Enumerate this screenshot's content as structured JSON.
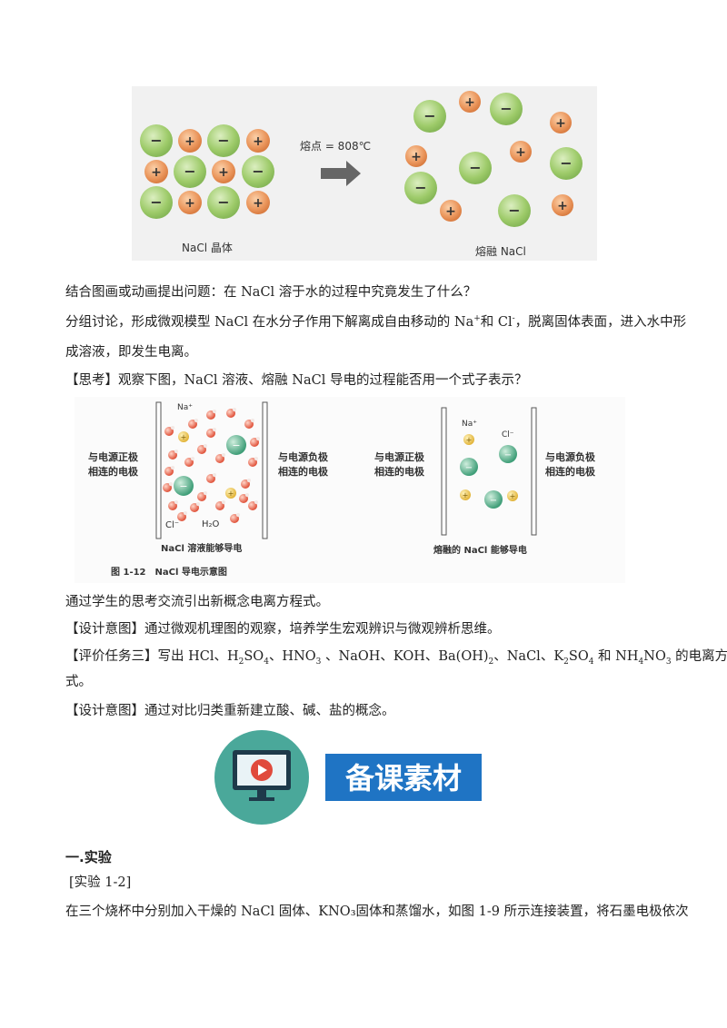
{
  "figure1": {
    "arrow_label": "熔点 = 808℃",
    "left_caption": "NaCl 晶体",
    "right_caption": "熔融 NaCl",
    "plus": "+",
    "minus": "−"
  },
  "p1": "结合图画或动画提出问题：在 NaCl 溶于水的过程中究竟发生了什么？",
  "p2a": "分组讨论，形成微观模型 NaCl 在水分子作用下解离成自由移动的 Na",
  "p2a_sup": "+",
  "p2b": "和 Cl",
  "p2b_sup": "-",
  "p2c": "，脱离固体表面，进入水中形",
  "p2d": "成溶液，即发生电离。",
  "p3_tag": "【思考】",
  "p3": "观察下图，NaCl 溶液、熔融 NaCl 导电的过程能否用一个式子表示？",
  "figure2": {
    "left_pos_electrode_1": "与电源正极",
    "left_pos_electrode_2": "相连的电极",
    "left_neg_electrode_1": "与电源负极",
    "left_neg_electrode_2": "相连的电极",
    "right_pos_electrode_1": "与电源正极",
    "right_pos_electrode_2": "相连的电极",
    "right_neg_electrode_1": "与电源负极",
    "right_neg_electrode_2": "相连的电极",
    "na_label": "Na⁺",
    "cl_label": "Cl⁻",
    "h2o_label": "H₂O",
    "na_label_right": "Na⁺",
    "cl_label_right": "Cl⁻",
    "left_caption": "NaCl 溶液能够导电",
    "right_caption": "熔融的 NaCl 能够导电",
    "figure_title": "图 1-12　NaCl 导电示意图"
  },
  "p4": "通过学生的思考交流引出新概念电离方程式。",
  "p5_tag": "【设计意图】",
  "p5": "通过微观机理图的观察，培养学生宏观辨识与微观辨析思维。",
  "p6_tag": "【评价任务三】",
  "p6_line2": "式。",
  "p7_tag": "【设计意图】",
  "p7": "通过对比归类重新建立酸、碱、盐的概念。",
  "banner_text": "备课素材",
  "section_heading": "一.实验",
  "exp_label": "[实验 1-2]",
  "p8": "在三个烧杯中分别加入干燥的 NaCl 固体、KNO₃固体和蒸馏水，如图 1-9 所示连接装置，将石墨电极依次",
  "colors": {
    "green_ion": "#9ecb6a",
    "orange_ion": "#e9935a",
    "teal_circle": "#4aa89a",
    "banner_blue": "#1f74c4"
  }
}
